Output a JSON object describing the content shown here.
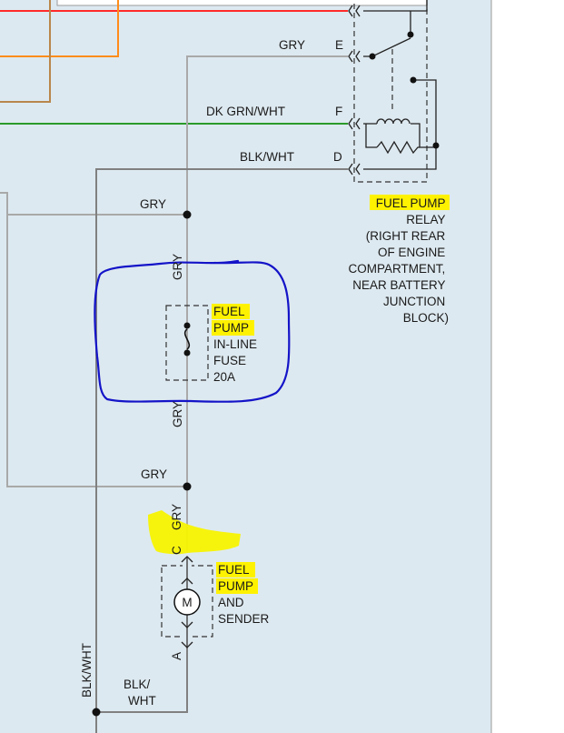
{
  "colors": {
    "background": "#dde9f0",
    "gray_wire": "#a9a9a9",
    "dark_gray_wire": "#808080",
    "red_wire": "#ff2a2a",
    "orange_wire": "#ff8c1a",
    "tan_wire": "#b8864b",
    "green_wire": "#2a9a2a",
    "highlight": "#fff200",
    "markup_ink": "#1414c8"
  },
  "relay": {
    "pins": {
      "e": "E",
      "f": "F",
      "d": "D"
    },
    "wire_labels": {
      "e": "GRY",
      "f": "DK GRN/WHT",
      "d": "BLK/WHT"
    },
    "label_lines": [
      "FUEL PUMP",
      "RELAY",
      "(RIGHT REAR",
      "OF ENGINE",
      "COMPARTMENT,",
      "NEAR BATTERY",
      "JUNCTION",
      "BLOCK)"
    ]
  },
  "splice_labels": {
    "upper": "GRY",
    "lower": "GRY"
  },
  "fuse": {
    "wire_above": "GRY",
    "wire_below": "GRY",
    "label_lines": [
      "FUEL",
      "PUMP",
      "IN-LINE",
      "FUSE",
      "20A"
    ]
  },
  "pump": {
    "wire_above": "GRY",
    "pin_top": "C",
    "pin_bottom": "A",
    "motor_symbol": "M",
    "label_lines": [
      "FUEL",
      "PUMP",
      "AND",
      "SENDER"
    ]
  },
  "ground": {
    "wire_vertical": "BLK/WHT",
    "wire_bottom_lines": [
      "BLK/",
      "WHT"
    ]
  }
}
